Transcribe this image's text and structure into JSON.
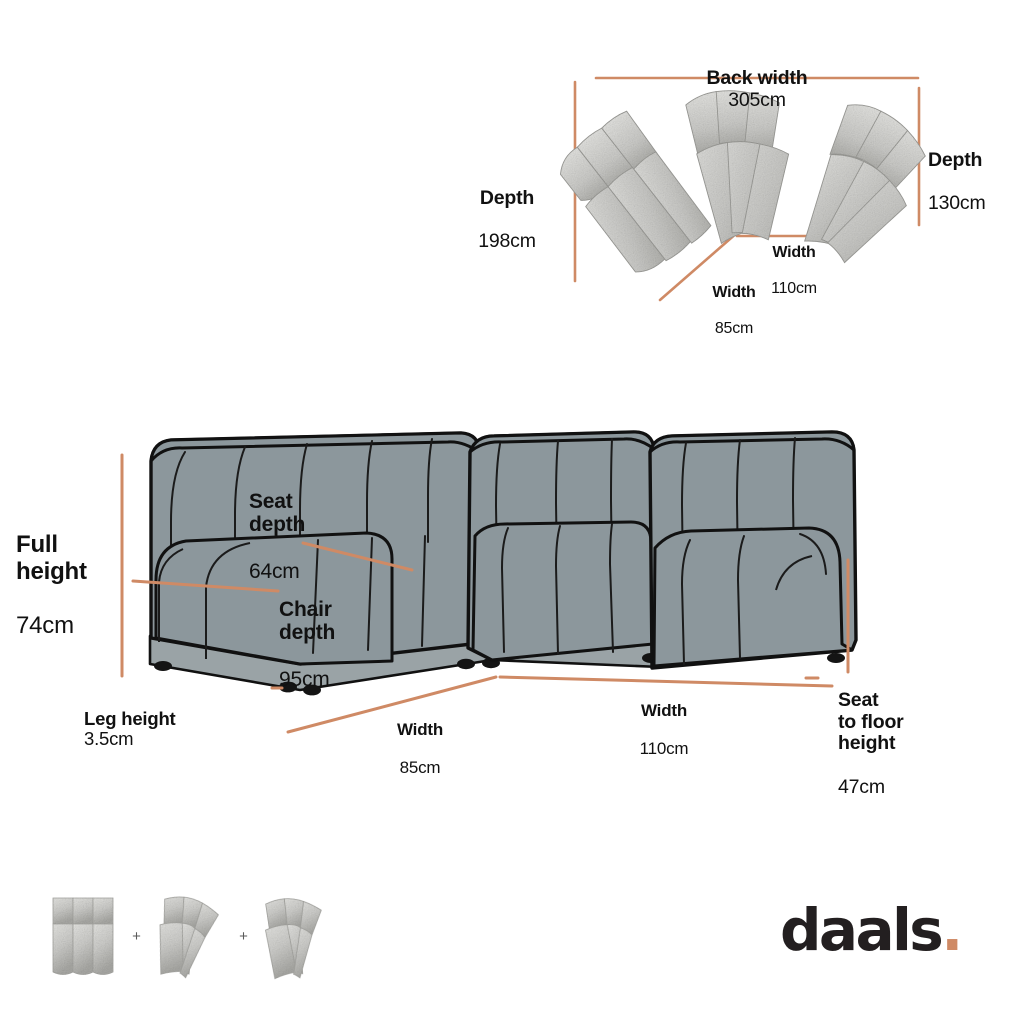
{
  "brand": {
    "name": "daals",
    "dot": "."
  },
  "top_view": {
    "back_width": {
      "title": "Back width",
      "value": "305cm"
    },
    "depth_left": {
      "title": "Depth",
      "value": "198cm"
    },
    "depth_right": {
      "title": "Depth",
      "value": "130cm"
    },
    "width_inner": {
      "title": "Width",
      "value": "110cm"
    },
    "width_outer": {
      "title": "Width",
      "value": "85cm"
    }
  },
  "front_view": {
    "full_height": {
      "title": "Full\nheight",
      "value": "74cm"
    },
    "seat_depth": {
      "title": "Seat\ndepth",
      "value": "64cm"
    },
    "chair_depth": {
      "title": "Chair\ndepth",
      "value": "95cm"
    },
    "leg_height": {
      "title": "Leg height",
      "value": "3.5cm"
    },
    "width_left": {
      "title": "Width",
      "value": "85cm"
    },
    "width_right": {
      "title": "Width",
      "value": "110cm"
    },
    "seat_to_floor": {
      "title": "Seat\nto floor\nheight",
      "value": "47cm"
    }
  },
  "modules": {
    "separator": "+",
    "items": [
      {
        "name": "armless-3-seat-straight-module"
      },
      {
        "name": "curved-corner-module-a"
      },
      {
        "name": "curved-corner-module-b"
      }
    ]
  },
  "colors": {
    "accent": "#cf8a65",
    "sofa_fill": "#8c979c",
    "sofa_outline": "#111111",
    "plinth": "#9aa3a6",
    "top_view_fabric": "#c9c9c6",
    "text": "#111111",
    "background": "#ffffff"
  }
}
